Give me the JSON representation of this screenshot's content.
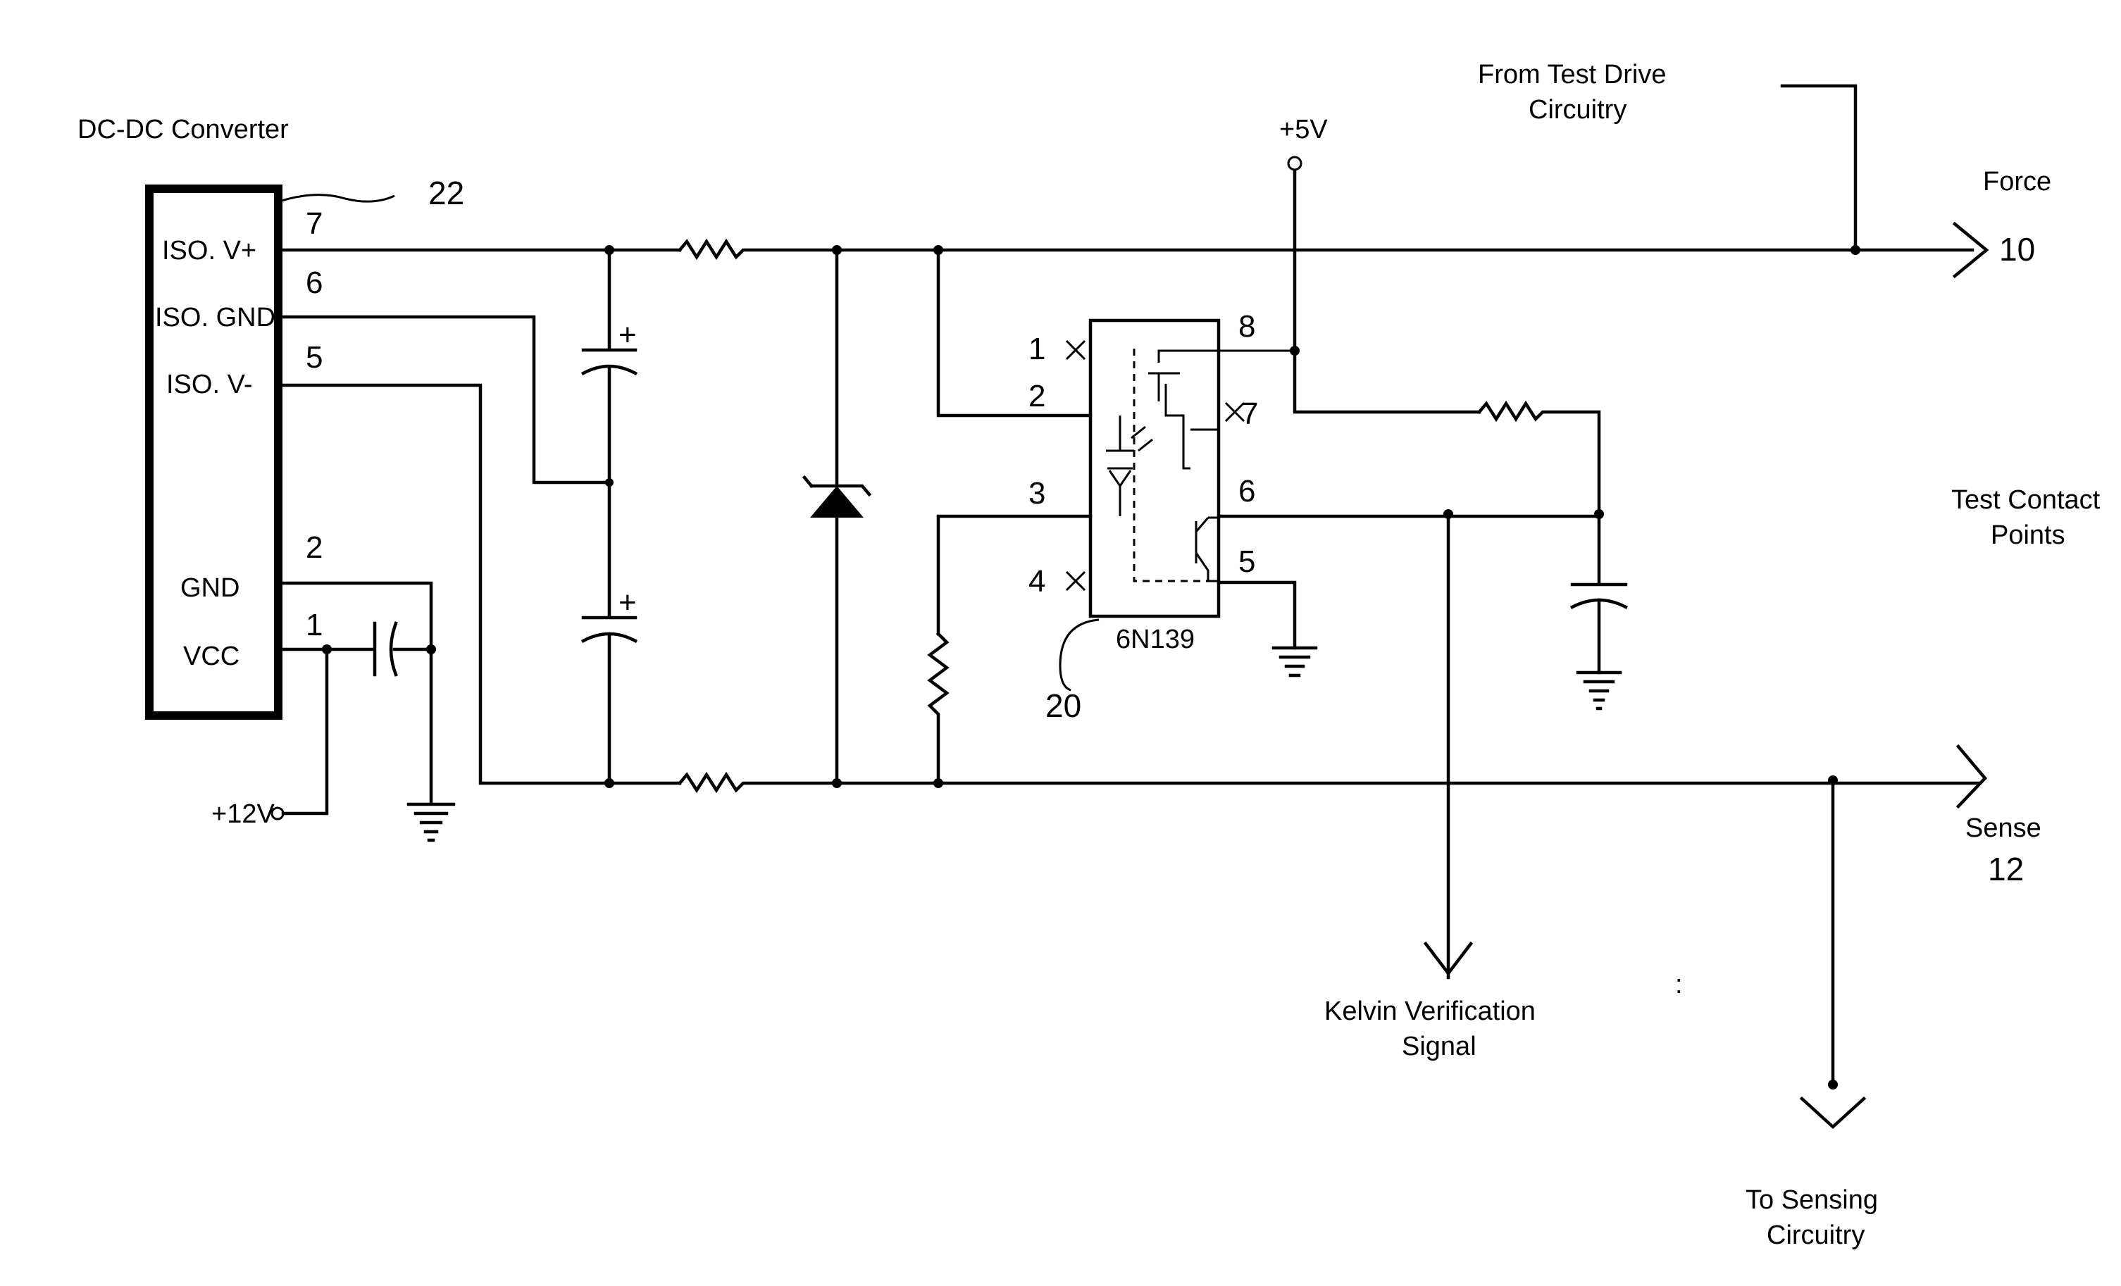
{
  "converter": {
    "title": "DC-DC Converter",
    "ref": "22",
    "pins": {
      "iso_vplus": "ISO. V+",
      "iso_gnd": "ISO. GND",
      "iso_vminus": "ISO. V-",
      "gnd": "GND",
      "vcc": "VCC"
    },
    "pin_numbers": {
      "iso_vplus": "7",
      "iso_gnd": "6",
      "iso_vminus": "5",
      "gnd": "2",
      "vcc": "1"
    }
  },
  "supply": {
    "plus12v": "+12V",
    "plus5v": "+5V"
  },
  "optocoupler": {
    "part": "6N139",
    "ref": "20",
    "pins": {
      "p1": "1",
      "p2": "2",
      "p3": "3",
      "p4": "4",
      "p5": "5",
      "p6": "6",
      "p7": "7",
      "p8": "8"
    }
  },
  "labels": {
    "from_test_drive": "From Test Drive\nCircuitry",
    "force": "Force",
    "force_ref": "10",
    "test_contact_points": "Test Contact\nPoints",
    "sense": "Sense",
    "sense_ref": "12",
    "kelvin": "Kelvin Verification\nSignal",
    "to_sensing": "To Sensing\nCircuitry"
  },
  "colors": {
    "ink": "#000000",
    "background": "#ffffff"
  }
}
